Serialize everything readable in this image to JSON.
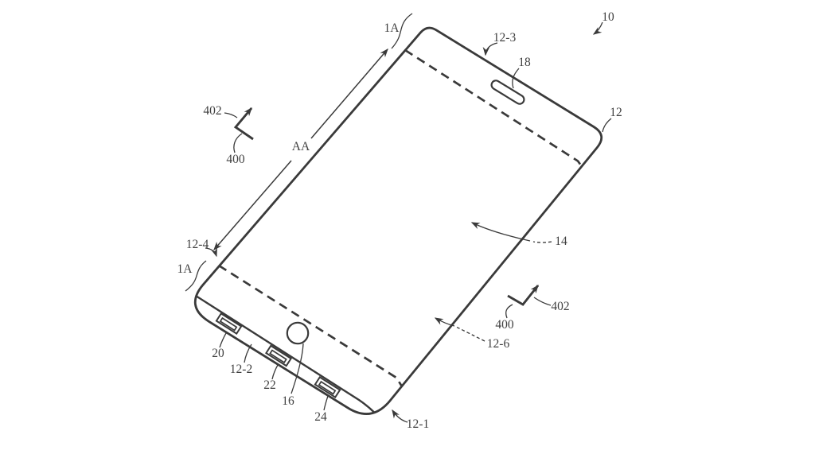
{
  "figure_labels": {
    "device": "10",
    "housing": "12",
    "edge_bottom_right": "12-1",
    "sidewall_bottom": "12-2",
    "edge_top": "12-3",
    "edge_left": "12-4",
    "display_lower_region": "12-6",
    "display": "14",
    "button": "16",
    "speaker": "18",
    "port_first": "20",
    "port_second": "22",
    "port_third": "24",
    "surface_left": "400",
    "surface_right": "400",
    "normal_left": "402",
    "normal_right": "402",
    "section_line_top": "1A",
    "section_line_bottom": "1A",
    "section_axis": "AA"
  },
  "colors": {
    "background": "#ffffff",
    "line": "#3a3a3a",
    "text": "#3f3f3f"
  }
}
